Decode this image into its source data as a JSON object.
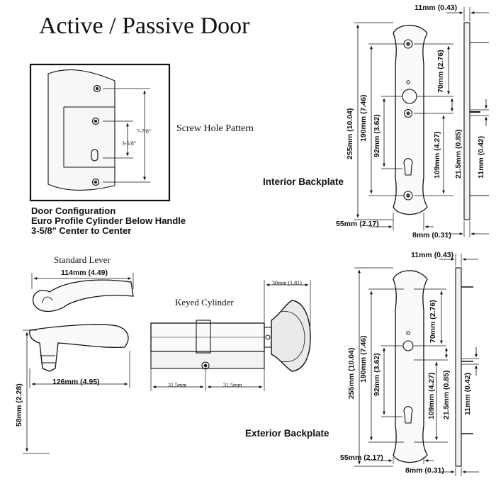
{
  "title": "Active / Passive Door",
  "screw_hole": {
    "label": "Screw Hole Pattern",
    "dim_outer": "7-7/8\"",
    "dim_inner": "3-5/8\""
  },
  "config": {
    "line1": "Door Configuration",
    "line2": "Euro Profile Cylinder Below Handle",
    "line3": "3-5/8\" Center to Center"
  },
  "interior": {
    "label": "Interior Backplate",
    "d_top": "11mm (0.43)",
    "d_255": "255mm (10.04)",
    "d_190": "190mm (7.46)",
    "d_92": "92mm (3.62)",
    "d_70": "70mm (2.76)",
    "d_109": "109mm (4.27)",
    "d_21": "21.5mm (0.85)",
    "d_11": "11mm (0.42)",
    "d_55": "55mm (2.17)",
    "d_8": "8mm (0.31)"
  },
  "exterior": {
    "label": "Exterior Backplate",
    "d_top": "11mm (0.43)",
    "d_255": "255mm (10.04)",
    "d_190": "190mm (7.46)",
    "d_92": "92mm (3.62)",
    "d_70": "70mm (2.76)",
    "d_109": "109mm (4.27)",
    "d_21": "21.5mm (0.85)",
    "d_11": "11mm (0.42)",
    "d_55": "55mm (2.17)",
    "d_8": "8mm (0.31)"
  },
  "lever": {
    "label": "Standard Lever",
    "d_114": "114mm (4.49)",
    "d_126": "126mm (4.95)",
    "d_58": "58mm (2.28)"
  },
  "cylinder": {
    "label": "Keyed Cylinder",
    "d_30": "30mm (1.81)",
    "d_left": "31.5mm",
    "d_right": "31.5mm"
  }
}
